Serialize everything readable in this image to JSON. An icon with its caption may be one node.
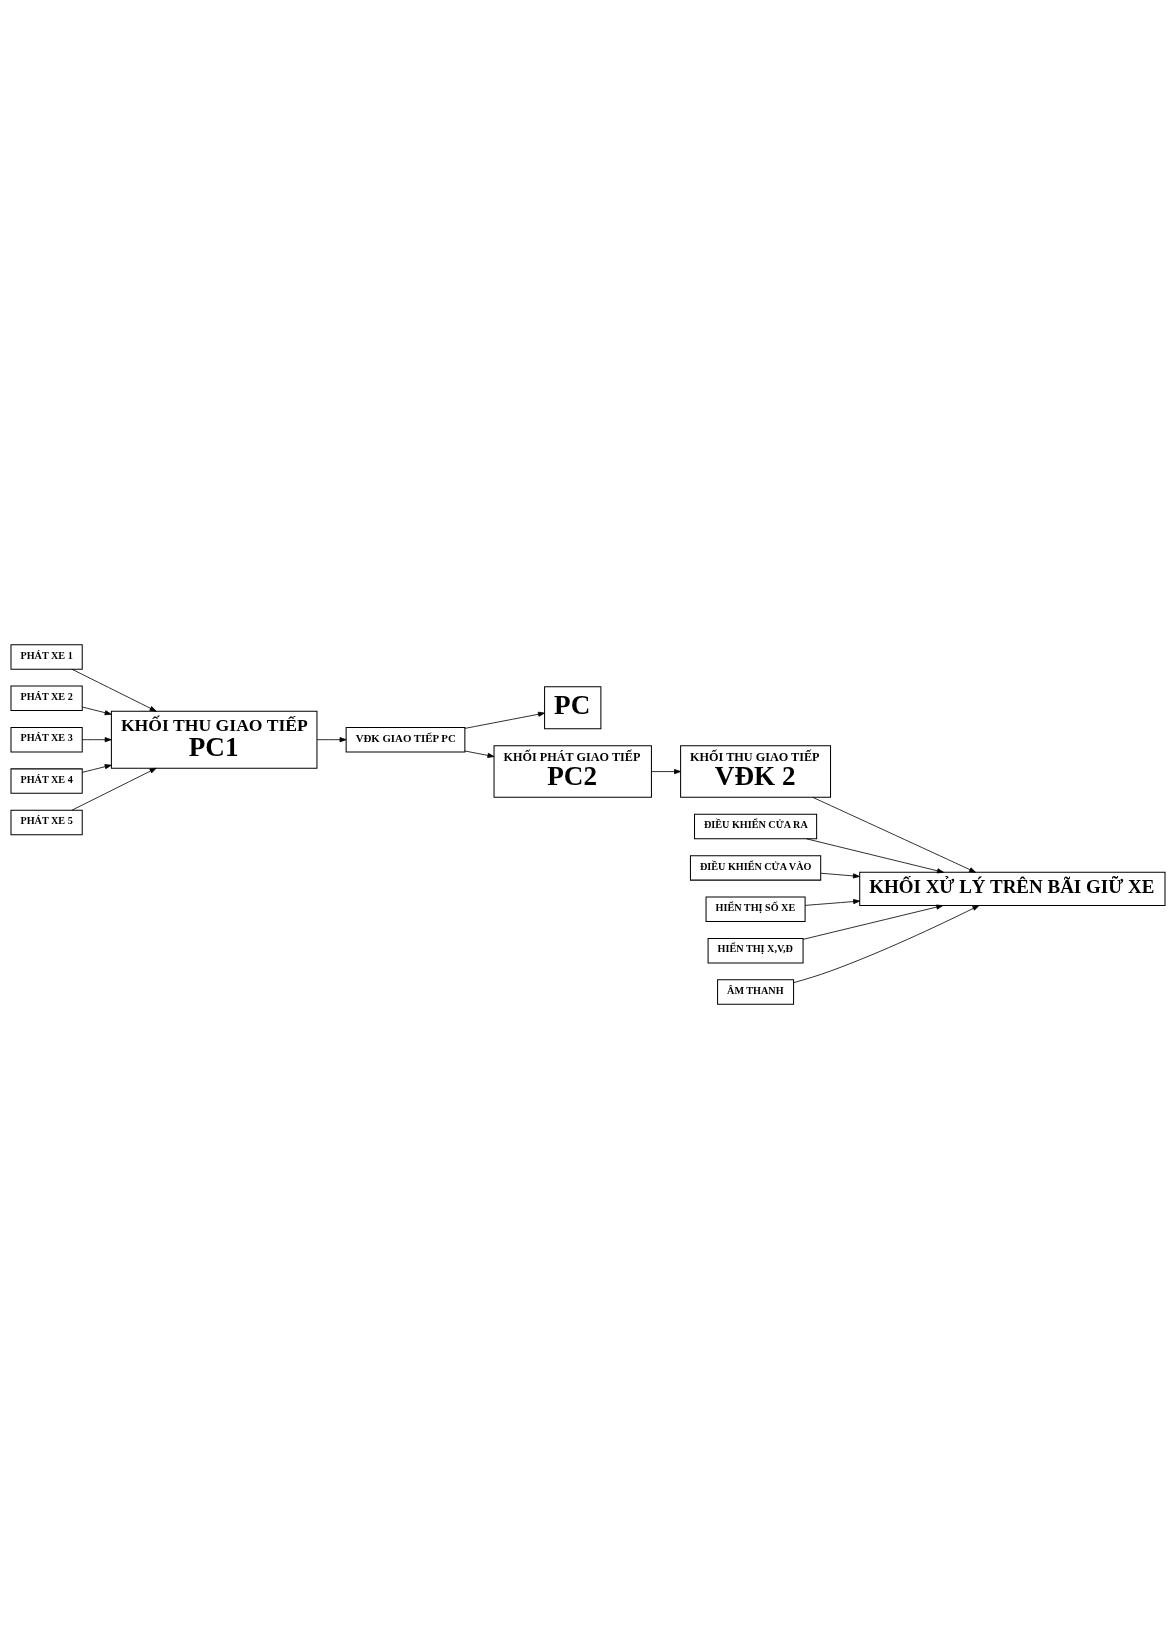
{
  "diagram": {
    "nodes": [
      {
        "text": [
          "PHÁT XE 1"
        ]
      },
      {
        "text": [
          "PHÁT XE 2"
        ]
      },
      {
        "text": [
          "PHÁT XE 3"
        ]
      },
      {
        "text": [
          "PHÁT XE 4"
        ]
      },
      {
        "text": [
          "PHÁT XE 5"
        ]
      },
      {
        "text": [
          "KHỐI THU GIAO TIẾP",
          "PC1"
        ]
      },
      {
        "text": [
          "VĐK GIAO TIẾP PC"
        ]
      },
      {
        "text": [
          "PC"
        ]
      },
      {
        "text": [
          "KHỐI PHÁT GIAO TIẾP",
          "PC2"
        ]
      },
      {
        "text": [
          "KHỐI THU GIAO TIẾP",
          "VĐK 2"
        ]
      },
      {
        "text": [
          "ĐIỀU KHIỂN CỬA RA"
        ]
      },
      {
        "text": [
          "ĐIỀU KHIỂN CỬA VÀO"
        ]
      },
      {
        "text": [
          "HIỂN THỊ SỐ XE"
        ]
      },
      {
        "text": [
          "HIỂN THỊ X,V,Đ"
        ]
      },
      {
        "text": [
          "ÂM THANH"
        ]
      },
      {
        "text": [
          "KHỐI XỬ LÝ TRÊN BÃI GIỮ XE"
        ]
      }
    ],
    "edges": [
      {
        "from": 0,
        "to": 5,
        "arrow": "to"
      },
      {
        "from": 1,
        "to": 5,
        "arrow": "to"
      },
      {
        "from": 2,
        "to": 5,
        "arrow": "to"
      },
      {
        "from": 3,
        "to": 5,
        "arrow": "to"
      },
      {
        "from": 4,
        "to": 5,
        "arrow": "to"
      },
      {
        "from": 5,
        "to": 6,
        "arrow": "to"
      },
      {
        "from": 6,
        "to": 7,
        "arrow": "to"
      },
      {
        "from": 6,
        "to": 8,
        "arrow": "to"
      },
      {
        "from": 8,
        "to": 9,
        "arrow": "to"
      },
      {
        "from": 9,
        "to": 15,
        "arrow": "to"
      },
      {
        "from": 10,
        "to": 15,
        "arrow": "to"
      },
      {
        "from": 11,
        "to": 15,
        "arrow": "to"
      },
      {
        "from": 12,
        "to": 15,
        "arrow": "to"
      },
      {
        "from": 13,
        "to": 15,
        "arrow": "to"
      },
      {
        "from": 14,
        "to": 15,
        "arrow": "to"
      }
    ]
  }
}
